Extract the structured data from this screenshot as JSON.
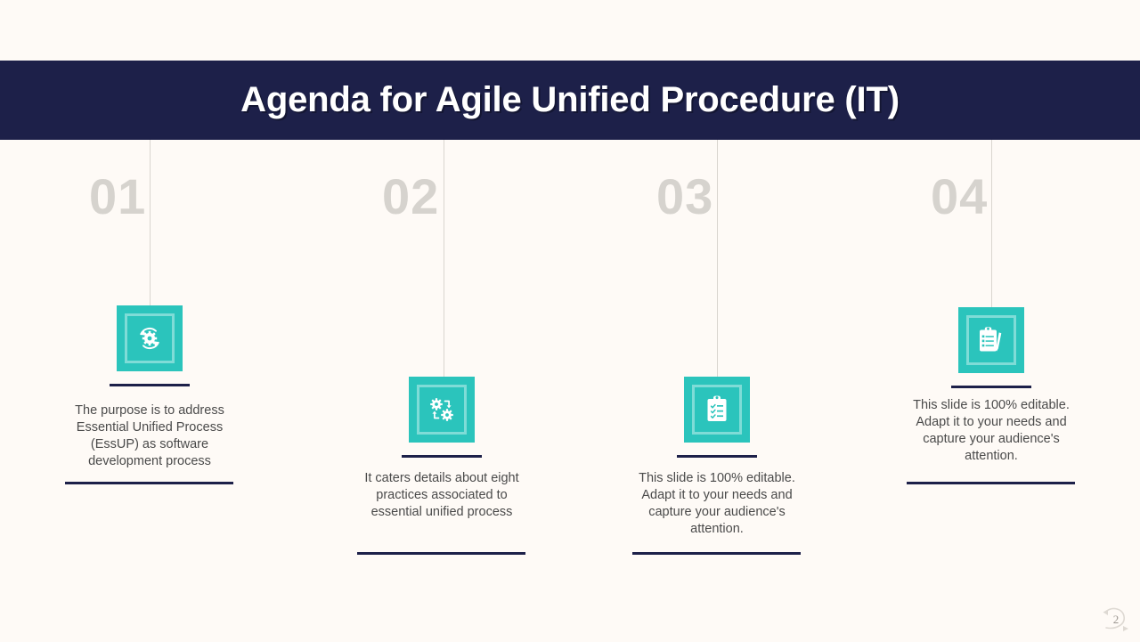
{
  "slide": {
    "title": "Agenda for Agile Unified Procedure (IT)",
    "background_color": "#FEFAF6",
    "title_bar_color": "#1D2049",
    "accent_color": "#2BC4BC",
    "number_color": "#D6D3CE",
    "rule_color": "#1D2049",
    "body_text_color": "#4A4A4A"
  },
  "items": [
    {
      "number": "01",
      "icon": "gear-cycle-icon",
      "description": "The purpose is to address Essential Unified Process (EssUP) as software development process"
    },
    {
      "number": "02",
      "icon": "dual-gears-cycle-icon",
      "description": "It caters details about eight practices associated to essential unified process"
    },
    {
      "number": "03",
      "icon": "clipboard-checklist-icon",
      "description": "This slide is 100% editable. Adapt it to your needs and capture your audience's attention."
    },
    {
      "number": "04",
      "icon": "clipboard-pen-icon",
      "description": "This slide is 100% editable. Adapt it to your needs and capture your audience's attention."
    }
  ],
  "footer": {
    "page_number": "2",
    "page_badge_icon": "circular-arrow-icon"
  }
}
